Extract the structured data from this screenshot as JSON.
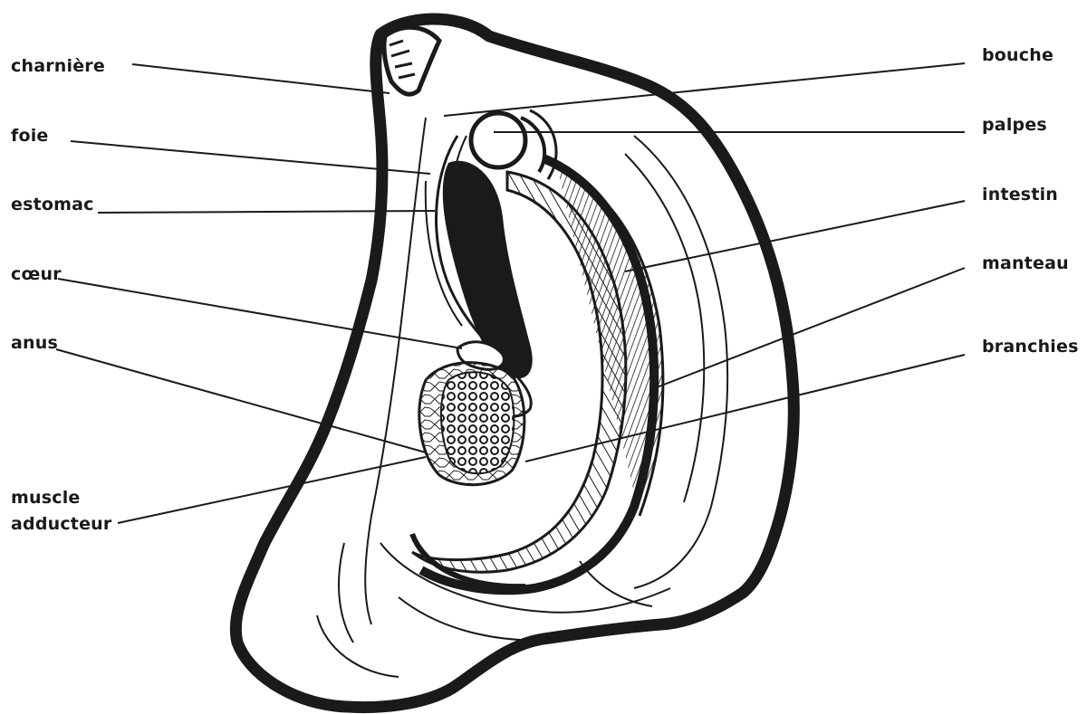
{
  "labels": {
    "charniere": "charnière",
    "foie": "foie",
    "estomac": "estomac",
    "coeur": "cœur",
    "anus": "anus",
    "muscle_line1": "muscle",
    "muscle_line2": "adducteur",
    "bouche": "bouche",
    "palpes": "palpes",
    "intestin": "intestin",
    "manteau": "manteau",
    "branchies": "branchies"
  },
  "colors": {
    "ink": "#1a1a1a",
    "background": "#ffffff"
  }
}
